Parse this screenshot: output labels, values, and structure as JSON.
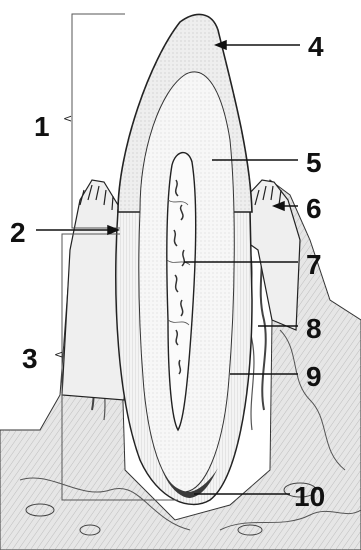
{
  "diagram": {
    "subject": "tooth longitudinal section",
    "colors": {
      "ink": "#222222",
      "enamel": "#ececec",
      "dentin": "#f6f6f6",
      "pulp": "#fafafa",
      "gum": "#e9e9e9",
      "bone": "#dedede",
      "root_tip": "#3a3a3a"
    },
    "labels": [
      {
        "id": "4",
        "text": "4"
      },
      {
        "id": "1",
        "text": "1"
      },
      {
        "id": "5",
        "text": "5"
      },
      {
        "id": "6",
        "text": "6"
      },
      {
        "id": "2",
        "text": "2"
      },
      {
        "id": "7",
        "text": "7"
      },
      {
        "id": "8",
        "text": "8"
      },
      {
        "id": "3",
        "text": "3"
      },
      {
        "id": "9",
        "text": "9"
      },
      {
        "id": "10",
        "text": "10"
      }
    ],
    "bracket_marks": [
      "<",
      "<"
    ]
  }
}
